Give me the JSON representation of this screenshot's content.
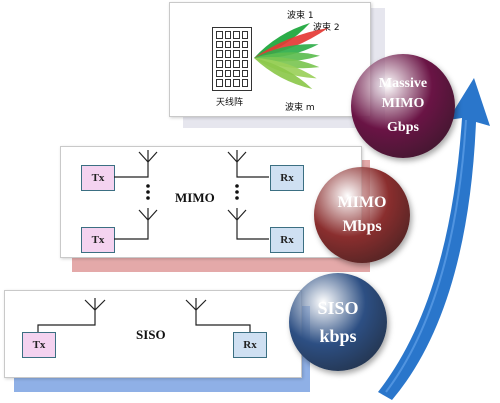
{
  "layers": {
    "siso": {
      "title": "SISO",
      "tx_label": "Tx",
      "rx_label": "Rx",
      "shadow_color": "#8fb0e6"
    },
    "mimo": {
      "title": "MIMO",
      "tx_label": "Tx",
      "rx_label": "Rx",
      "shadow_color": "#e4a9a9"
    },
    "massive": {
      "array_label": "天线阵",
      "beam_labels": [
        "波束 1",
        "波束 2",
        "波束 m"
      ],
      "beam_colors": [
        "#1aa63a",
        "#e53935",
        "#8cc84b"
      ]
    }
  },
  "spheres": [
    {
      "line1": "Massive",
      "line2": "MIMO",
      "line3": "Gbps",
      "color": "#6a1445"
    },
    {
      "line1": "MIMO",
      "line2": "Mbps",
      "color": "#8a2e2e"
    },
    {
      "line1": "SISO",
      "line2": "kbps",
      "color": "#2d4f83"
    }
  ],
  "arrow": {
    "meaning": "increasing-throughput-arrow",
    "color": "#1f6fc8"
  }
}
